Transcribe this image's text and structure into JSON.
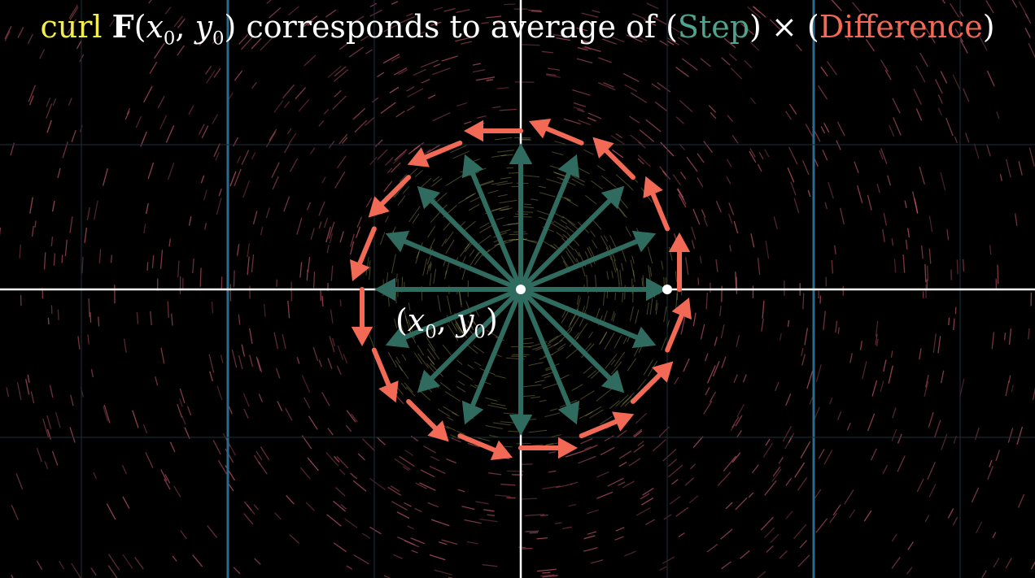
{
  "title": {
    "curl_word": "curl",
    "field_symbol": "F",
    "point_x": "x",
    "point_y": "y",
    "subscript": "0",
    "phrase": "corresponds to average of",
    "step_word": "Step",
    "times": "×",
    "difference_word": "Difference"
  },
  "point_label": {
    "x": "x",
    "y": "y",
    "subscript": "0"
  },
  "colors": {
    "curl": "#f4ee4c",
    "step": "#4fa38f",
    "difference": "#f26a55",
    "step_arrow": "#2f6b5e",
    "difference_arrow": "#f26a55",
    "axis": "#ffffff",
    "grid": "#2d6b8c",
    "streak": "#c4576b"
  },
  "diagram": {
    "step_arrow_count": 16,
    "field_rotation": "counterclockwise"
  }
}
